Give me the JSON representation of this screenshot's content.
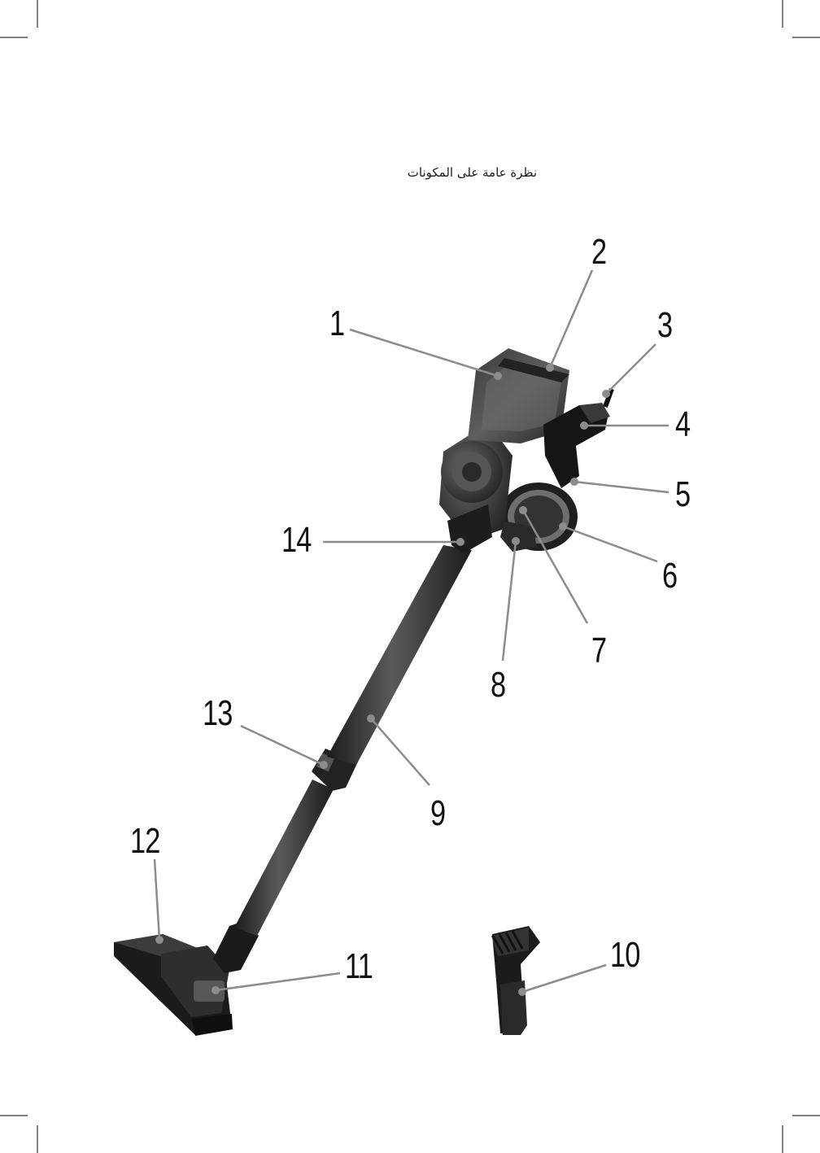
{
  "page": {
    "title": "نظرة عامة على المكونات"
  },
  "diagram": {
    "callouts": [
      {
        "number": "1"
      },
      {
        "number": "2"
      },
      {
        "number": "3"
      },
      {
        "number": "4"
      },
      {
        "number": "5"
      },
      {
        "number": "6"
      },
      {
        "number": "7"
      },
      {
        "number": "8"
      },
      {
        "number": "9"
      },
      {
        "number": "10"
      },
      {
        "number": "11"
      },
      {
        "number": "12"
      },
      {
        "number": "13"
      },
      {
        "number": "14"
      }
    ]
  },
  "colors": {
    "body_dark": "#2a2a2a",
    "body_mid": "#4a4a4a",
    "leader_line": "#8c8c8c",
    "text": "#111111"
  }
}
